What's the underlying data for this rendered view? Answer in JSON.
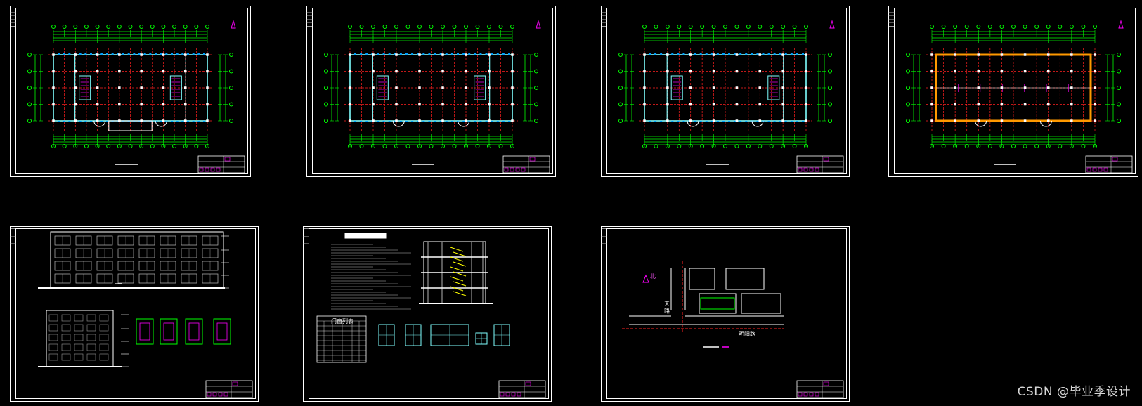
{
  "watermark": "CSDN @毕业季设计",
  "site_plan": {
    "road_vertical": "天 路",
    "road_horizontal": "明阳路",
    "north_label": "北"
  },
  "door_window_schedule": {
    "title": "门窗列表"
  },
  "colors": {
    "background": "#000000",
    "frame": "#ffffff",
    "axis": "#00ff00",
    "gridline": "#ff2020",
    "wall": "#7fffff",
    "annotation": "#ff00ff",
    "window": "#00a0ff",
    "roof_edge": "#ff9900",
    "stair": "#ffff00"
  }
}
